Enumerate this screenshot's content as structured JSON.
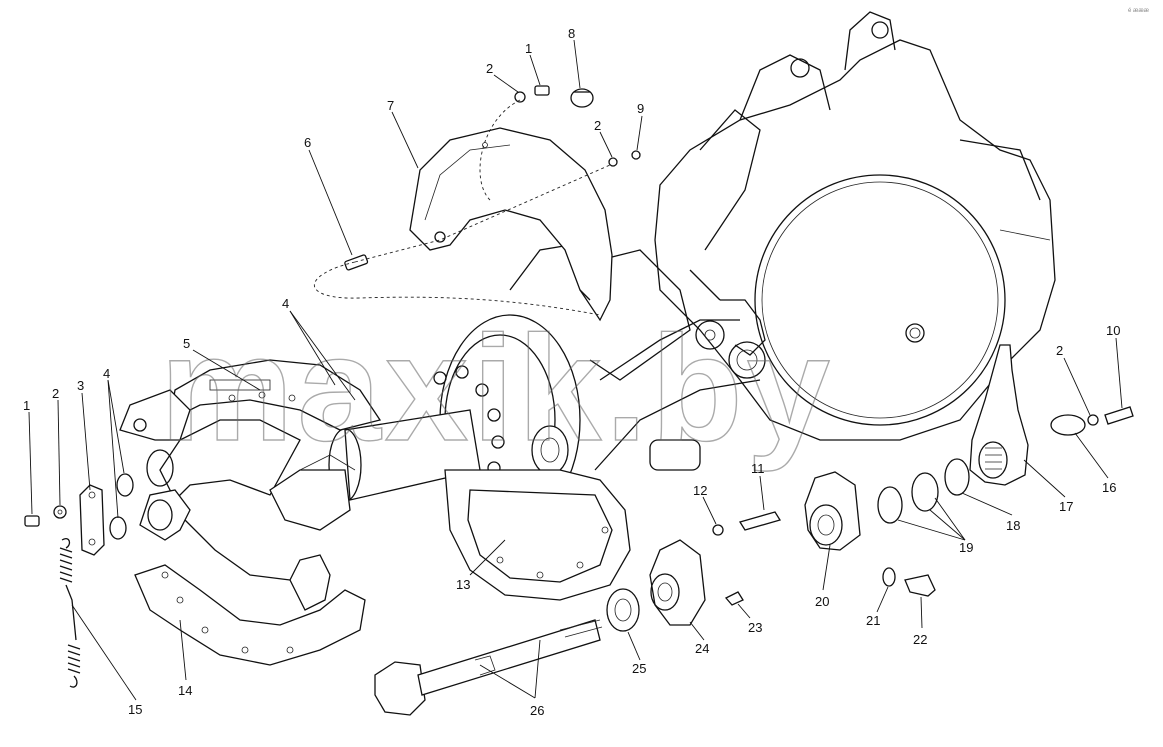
{
  "corner_mark": "é æææ",
  "watermark": "maxik.by",
  "callouts": [
    "1",
    "2",
    "3",
    "4",
    "5",
    "6",
    "7",
    "8",
    "9",
    "10",
    "11",
    "12",
    "13",
    "14",
    "15",
    "16",
    "17",
    "18",
    "19",
    "20",
    "21",
    "22",
    "23",
    "24",
    "25",
    "26"
  ],
  "colors": {
    "line": "#111111",
    "background": "#ffffff",
    "watermark": "#666666"
  }
}
